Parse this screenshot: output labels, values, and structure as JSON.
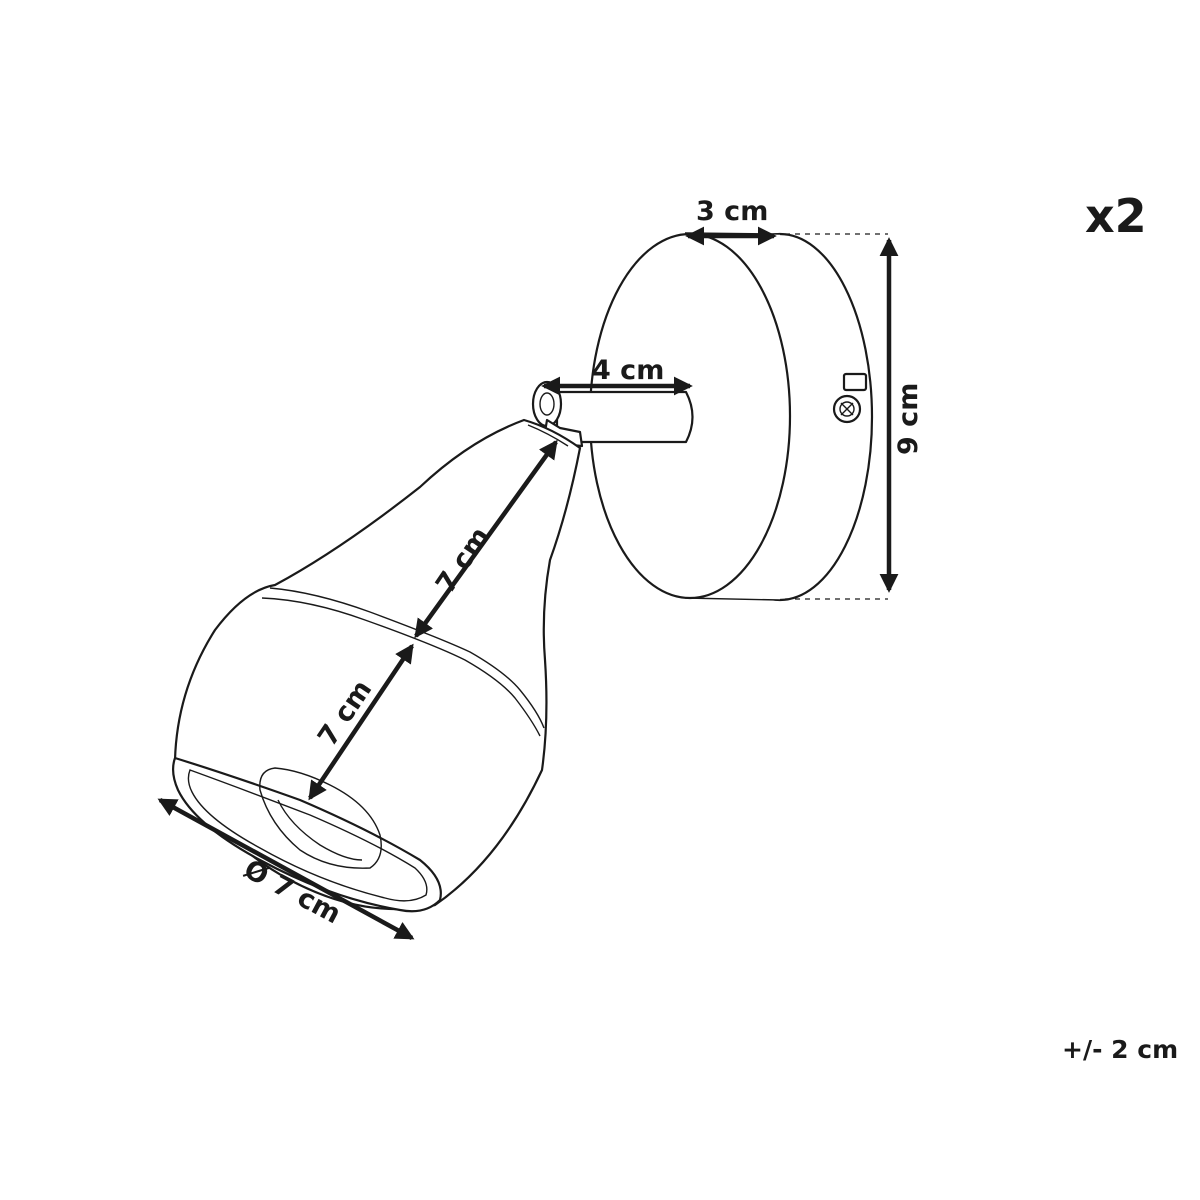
{
  "diagram": {
    "quantity_label": "x2",
    "tolerance_label": "+/- 2 cm",
    "dimensions": {
      "mount_depth": "3 cm",
      "arm_length": "4 cm",
      "mount_height": "9 cm",
      "neck_length": "7 cm",
      "shade_length": "7 cm",
      "shade_diameter": "Ø 7 cm"
    }
  }
}
